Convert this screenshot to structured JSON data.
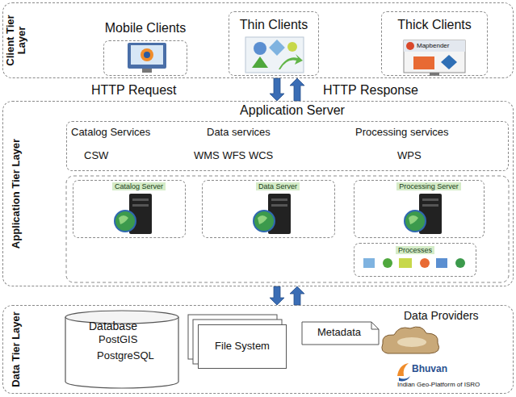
{
  "diagram": {
    "nodes": [
      {
        "text": [
          "Client Tier Layer"
        ]
      },
      {
        "text": [
          "Mobile Clients"
        ],
        "in": 0
      },
      {
        "text": [
          "Thin Clients"
        ],
        "in": 0
      },
      {
        "text": [
          "Thick Clients"
        ],
        "in": 0
      },
      {
        "text": [
          "Application Tier Layer",
          "Application Server"
        ]
      },
      {
        "text": [
          "Catalog Services",
          "Data services",
          "Processing services",
          "CSW",
          "WMS WFS WCS",
          "WPS"
        ],
        "in": 4
      },
      {
        "text": [
          "Catalog Server"
        ],
        "in": 4
      },
      {
        "text": [
          "Data Server"
        ],
        "in": 4
      },
      {
        "text": [
          "Processing Server"
        ],
        "in": 4
      },
      {
        "text": [
          "Processes"
        ],
        "in": 4
      },
      {
        "text": [
          "Data Tier Layer"
        ]
      },
      {
        "text": [
          "Database",
          "PostGIS",
          "PostgreSQL"
        ],
        "in": 10
      },
      {
        "text": [
          "File System"
        ],
        "in": 10
      },
      {
        "text": [
          "Metadata"
        ],
        "in": 10
      },
      {
        "text": [
          "Data Providers"
        ],
        "in": 10
      }
    ],
    "edges": [
      {
        "from": 0,
        "to": 4,
        "arrow": "to"
      },
      {
        "from": 4,
        "to": 0,
        "arrow": "to"
      },
      {
        "from": 4,
        "to": 10,
        "arrow": "to"
      },
      {
        "from": 10,
        "to": 4,
        "arrow": "to"
      }
    ],
    "labels": [
      "HTTP Request",
      "HTTP Response",
      "Mapbender",
      "Bhuvan",
      "Indian Geo-Platform of ISRO"
    ]
  }
}
